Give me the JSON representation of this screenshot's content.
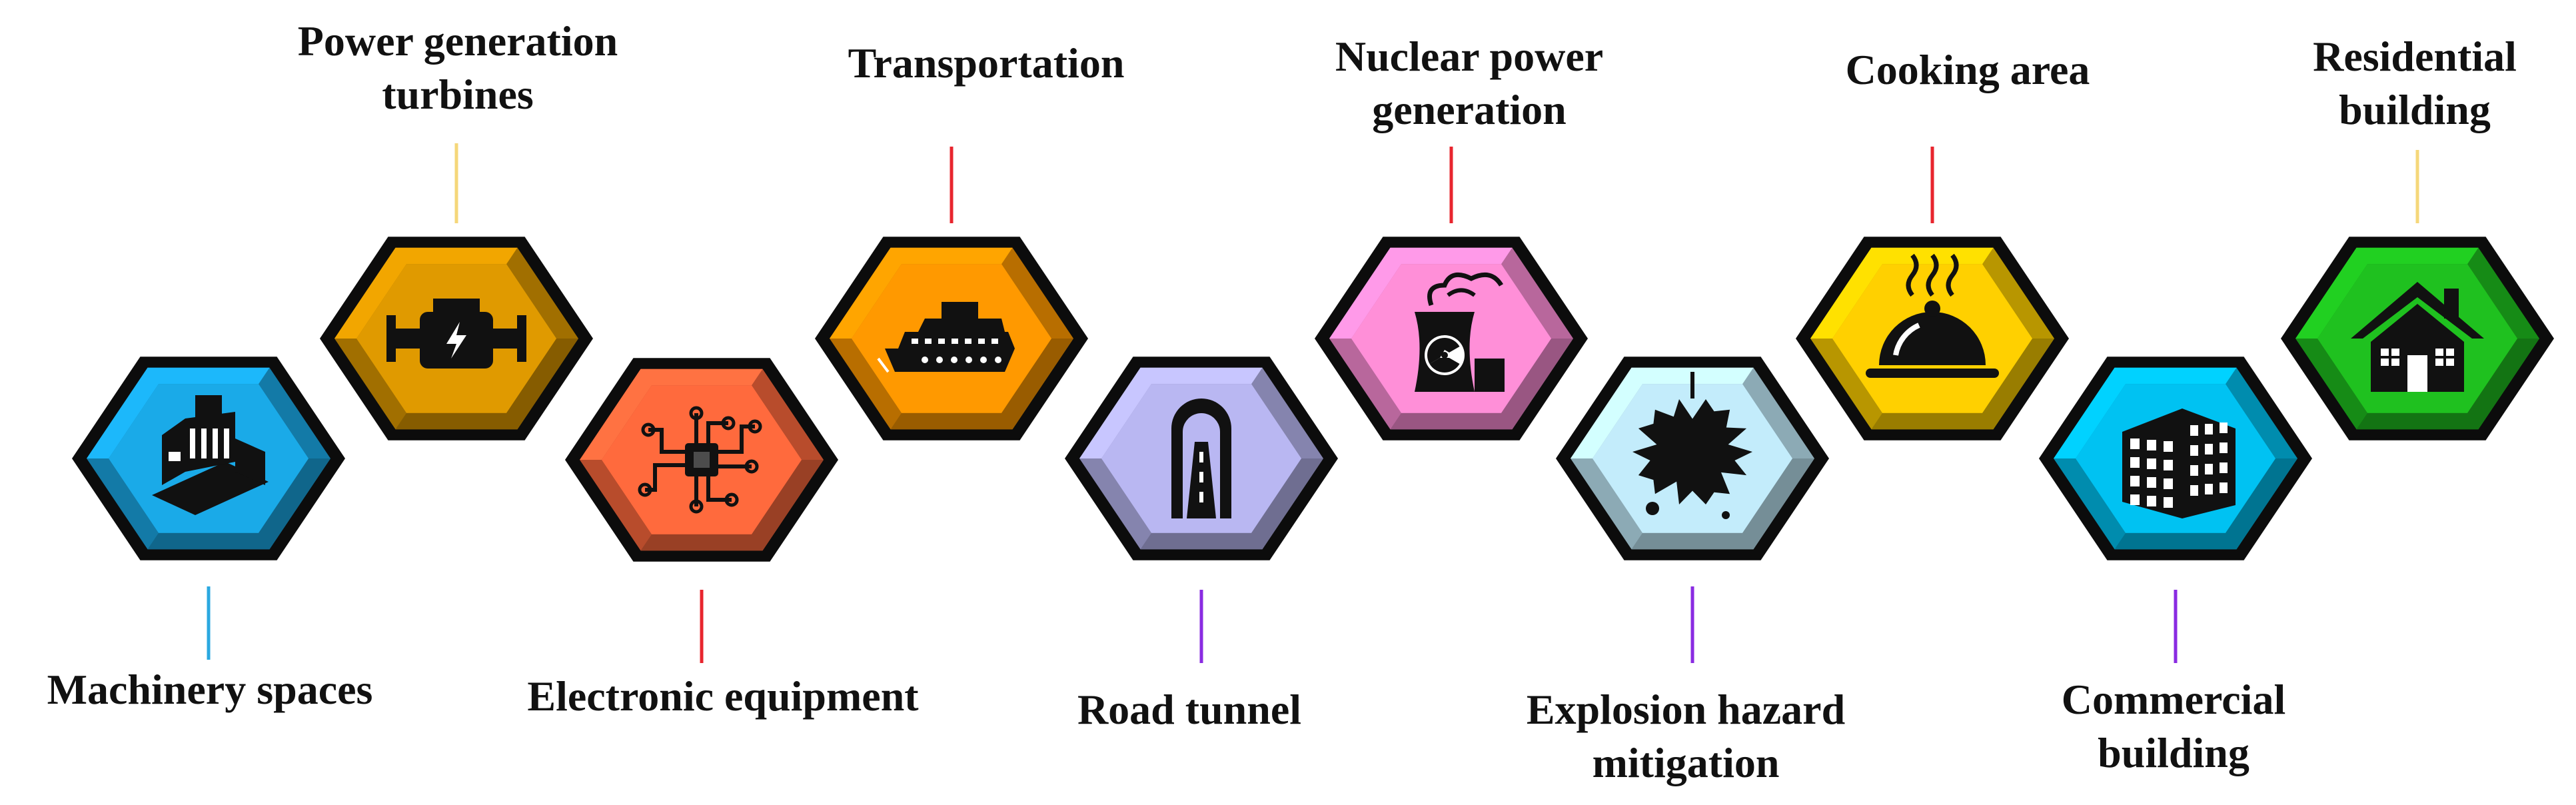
{
  "items": [
    {
      "label": "Machinery spaces",
      "color": "#1aaae8",
      "line_color": "#2aa8e0",
      "icon": "factory-icon"
    },
    {
      "label": "Power generation\nturbines",
      "color": "#e09a00",
      "line_color": "#f5d77a",
      "icon": "engine-icon"
    },
    {
      "label": "Electronic equipment",
      "color": "#ff6a3d",
      "line_color": "#e8252e",
      "icon": "microchip-icon"
    },
    {
      "label": "Transportation",
      "color": "#ff9900",
      "line_color": "#e8252e",
      "icon": "cruise-ship-icon"
    },
    {
      "label": "Road tunnel",
      "color": "#b9b7f2",
      "line_color": "#8a2be2",
      "icon": "road-tunnel-icon"
    },
    {
      "label": "Nuclear power\ngeneration",
      "color": "#ff8fd8",
      "line_color": "#e8252e",
      "icon": "nuclear-plant-icon"
    },
    {
      "label": "Explosion hazard\nmitigation",
      "color": "#c3ecfb",
      "line_color": "#8a2be2",
      "icon": "explosion-icon"
    },
    {
      "label": "Cooking area",
      "color": "#ffd000",
      "line_color": "#e8252e",
      "icon": "cloche-icon"
    },
    {
      "label": "Commercial\nbuilding",
      "color": "#00c2f2",
      "line_color": "#8a2be2",
      "icon": "office-building-icon"
    },
    {
      "label": "Residential\nbuilding",
      "color": "#1fc11f",
      "line_color": "#f5d77a",
      "icon": "house-icon"
    }
  ]
}
